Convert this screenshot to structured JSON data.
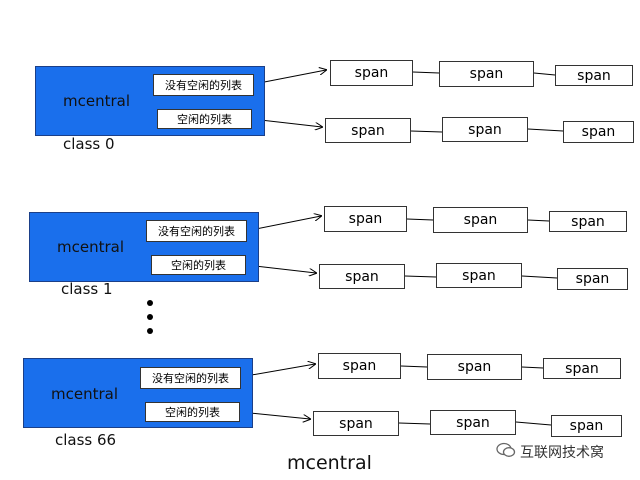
{
  "groups": [
    {
      "name": "mcentral",
      "class_label": "class 0",
      "nonempty_label": "没有空闲的列表",
      "empty_label": "空闲的列表",
      "row1": [
        "span",
        "span",
        "span"
      ],
      "row2": [
        "span",
        "span",
        "span"
      ]
    },
    {
      "name": "mcentral",
      "class_label": "class 1",
      "nonempty_label": "没有空闲的列表",
      "empty_label": "空闲的列表",
      "row1": [
        "span",
        "span",
        "span"
      ],
      "row2": [
        "span",
        "span",
        "span"
      ]
    },
    {
      "name": "mcentral",
      "class_label": "class 66",
      "nonempty_label": "没有空闲的列表",
      "empty_label": "空闲的列表",
      "row1": [
        "span",
        "span",
        "span"
      ],
      "row2": [
        "span",
        "span",
        "span"
      ]
    }
  ],
  "caption": "mcentral",
  "watermark": {
    "icon": "wechat-icon",
    "text": "互联网技术窝"
  },
  "colors": {
    "block_fill": "#1a6fec"
  }
}
